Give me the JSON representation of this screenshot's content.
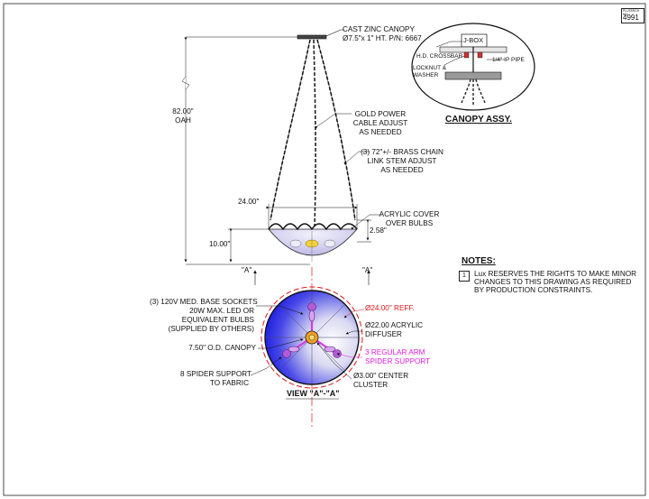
{
  "drawing": {
    "number_caption": "PLUTARCH NO.",
    "number": "4991"
  },
  "elevation": {
    "canopy_label": "CAST ZINC CANOPY",
    "canopy_dim": "Ø7.5\"x 1\" HT. P/N: 6667",
    "oah_value": "82.00\"",
    "oah_label": "OAH",
    "power_cable": [
      "GOLD POWER",
      "CABLE ADJUST",
      "AS NEEDED"
    ],
    "chain": [
      "(3) 72\"+/- BRASS CHAIN",
      "LINK STEM ADJUST",
      "AS NEEDED"
    ],
    "width_dim": "24.00\"",
    "height_dim": "10.00\"",
    "cover_dim": "2.58\"",
    "acrylic_cover": [
      "ACRYLIC COVER",
      "OVER BULBS"
    ],
    "section_mark": "\"A\""
  },
  "canopy_assy": {
    "jbox": "J-BOX",
    "crossbar": "H.D. CROSSBAR",
    "pipe": "1/4\" IP PIPE",
    "locknut": [
      "LOCKNUT &",
      "WASHER"
    ],
    "title": "CANOPY ASSY."
  },
  "view_a": {
    "sockets": [
      "(3) 120V MED. BASE SOCKETS",
      "20W MAX. LED OR",
      "EQUIVALENT BULBS",
      "(SUPPLIED BY OTHERS)"
    ],
    "od_canopy": "7.50\" O.D. CANOPY",
    "spider": [
      "8 SPIDER  SUPPORT",
      "TO FABRIC"
    ],
    "reff": "Ø24.00\" REFF.",
    "diffuser": [
      "Ø22.00 ACRYLIC",
      "DIFFUSER"
    ],
    "arm": [
      "3 REGULAR ARM",
      "SPIDER  SUPPORT"
    ],
    "center": [
      "Ø3.00\" CENTER",
      "CLUSTER"
    ],
    "title": "VIEW \"A\"-\"A\""
  },
  "notes": {
    "title": "NOTES:",
    "items": [
      {
        "num": "1",
        "lines": [
          "Lux  RESERVES THE RIGHTS TO MAKE MINOR",
          "CHANGES TO THIS DRAWING AS REQUIRED",
          "BY PRODUCTION CONSTRAINTS."
        ]
      }
    ]
  },
  "colors": {
    "disc_blue": "#2424e6",
    "disc_light": "#cfcfee",
    "reff_red": "#e0161b",
    "arm_magenta": "#e11ee0",
    "cover_lavender": "#d6d4f2"
  }
}
